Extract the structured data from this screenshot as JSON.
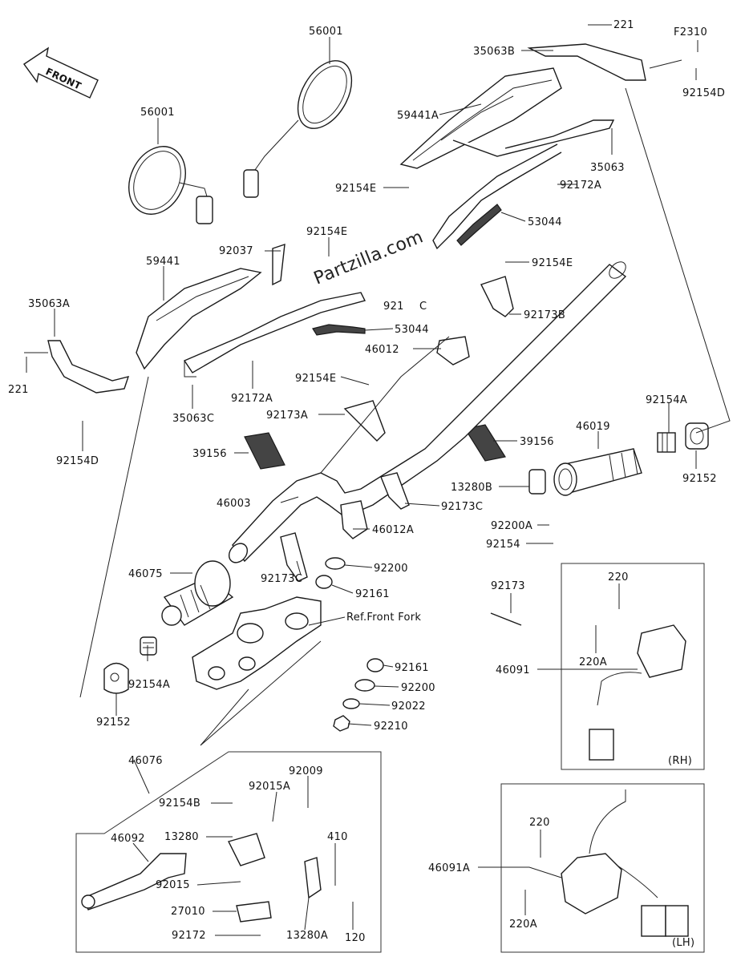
{
  "front_arrow": "FRONT",
  "watermark": "Partzilla.com",
  "box_rh": "(RH)",
  "box_lh": "(LH)",
  "ref_note": "Ref.Front Fork",
  "callouts": {
    "l221_top": "221",
    "lF2310": "F2310",
    "l35063B": "35063B",
    "l92154D_r": "92154D",
    "l56001_top": "56001",
    "l56001_l": "56001",
    "l59441A": "59441A",
    "l35063": "35063",
    "l92172A_r": "92172A",
    "l92154E_a": "92154E",
    "l53044_a": "53044",
    "l92037": "92037",
    "l92154E_b": "92154E",
    "l59441": "59441",
    "l92154E_c": "92154E",
    "l35063A": "35063A",
    "l921_partial": "921",
    "lC": "C",
    "l92173B": "92173B",
    "l53044_b": "53044",
    "l46012": "46012",
    "l221_l": "221",
    "l92172A_l": "92172A",
    "l92154D_l": "92154D",
    "l35063C": "35063C",
    "l92154E_d": "92154E",
    "l92173A": "92173A",
    "l92154A_r": "92154A",
    "l46019": "46019",
    "l39156_l": "39156",
    "l39156_r": "39156",
    "l92152_r": "92152",
    "l13280B": "13280B",
    "l46003": "46003",
    "l92173C_r": "92173C",
    "l92200A": "92200A",
    "l46012A": "46012A",
    "l92154": "92154",
    "l46075": "46075",
    "l92200_a": "92200",
    "l92173C_l": "92173C",
    "l92161_a": "92161",
    "l92173": "92173",
    "l220_rh": "220",
    "l220A_rh": "220A",
    "l46091": "46091",
    "l92154A_l": "92154A",
    "l92161_b": "92161",
    "l92200_b": "92200",
    "l92022": "92022",
    "l92152_l": "92152",
    "l92210": "92210",
    "l46076": "46076",
    "l92009": "92009",
    "l92015A": "92015A",
    "l92154B": "92154B",
    "l46092": "46092",
    "l13280": "13280",
    "l410": "410",
    "l92015": "92015",
    "l27010": "27010",
    "l92172": "92172",
    "l13280A": "13280A",
    "l120": "120",
    "l220_lh": "220",
    "l46091A": "46091A",
    "l220A_lh": "220A"
  }
}
